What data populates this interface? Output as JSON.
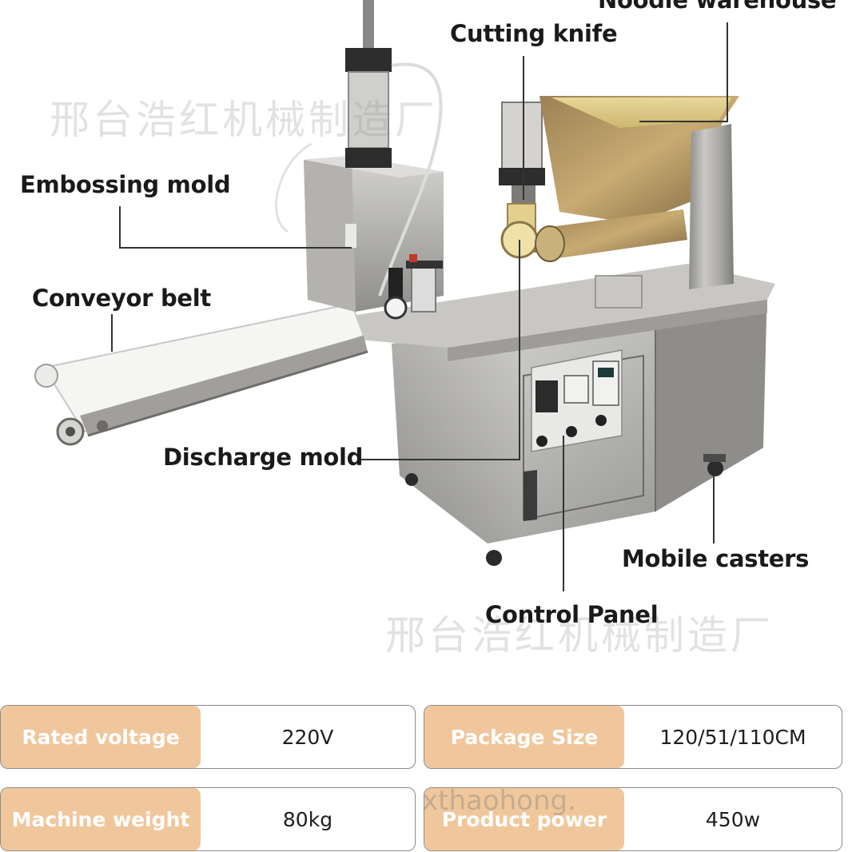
{
  "callouts": {
    "noodle_warehouse": "Noodle warehouse",
    "cutting_knife": "Cutting knife",
    "embossing_mold": "Embossing mold",
    "conveyor_belt": "Conveyor belt",
    "discharge_mold": "Discharge mold",
    "mobile_casters": "Mobile casters",
    "control_panel": "Control Panel"
  },
  "watermarks": {
    "factory_name": "邢台浩红机械制造厂",
    "site_fragment": "xthaohong."
  },
  "specs": [
    {
      "label": "Rated voltage",
      "value": "220V"
    },
    {
      "label": "Package Size",
      "value": "120/51/110CM"
    },
    {
      "label": "Machine weight",
      "value": "80kg"
    },
    {
      "label": "Product power",
      "value": "450w"
    }
  ],
  "colors": {
    "label_bg": "#f0c79c",
    "steel": "#b9b8b6",
    "hopper_brass": "#b89a62",
    "belt": "#f6f6f6"
  }
}
